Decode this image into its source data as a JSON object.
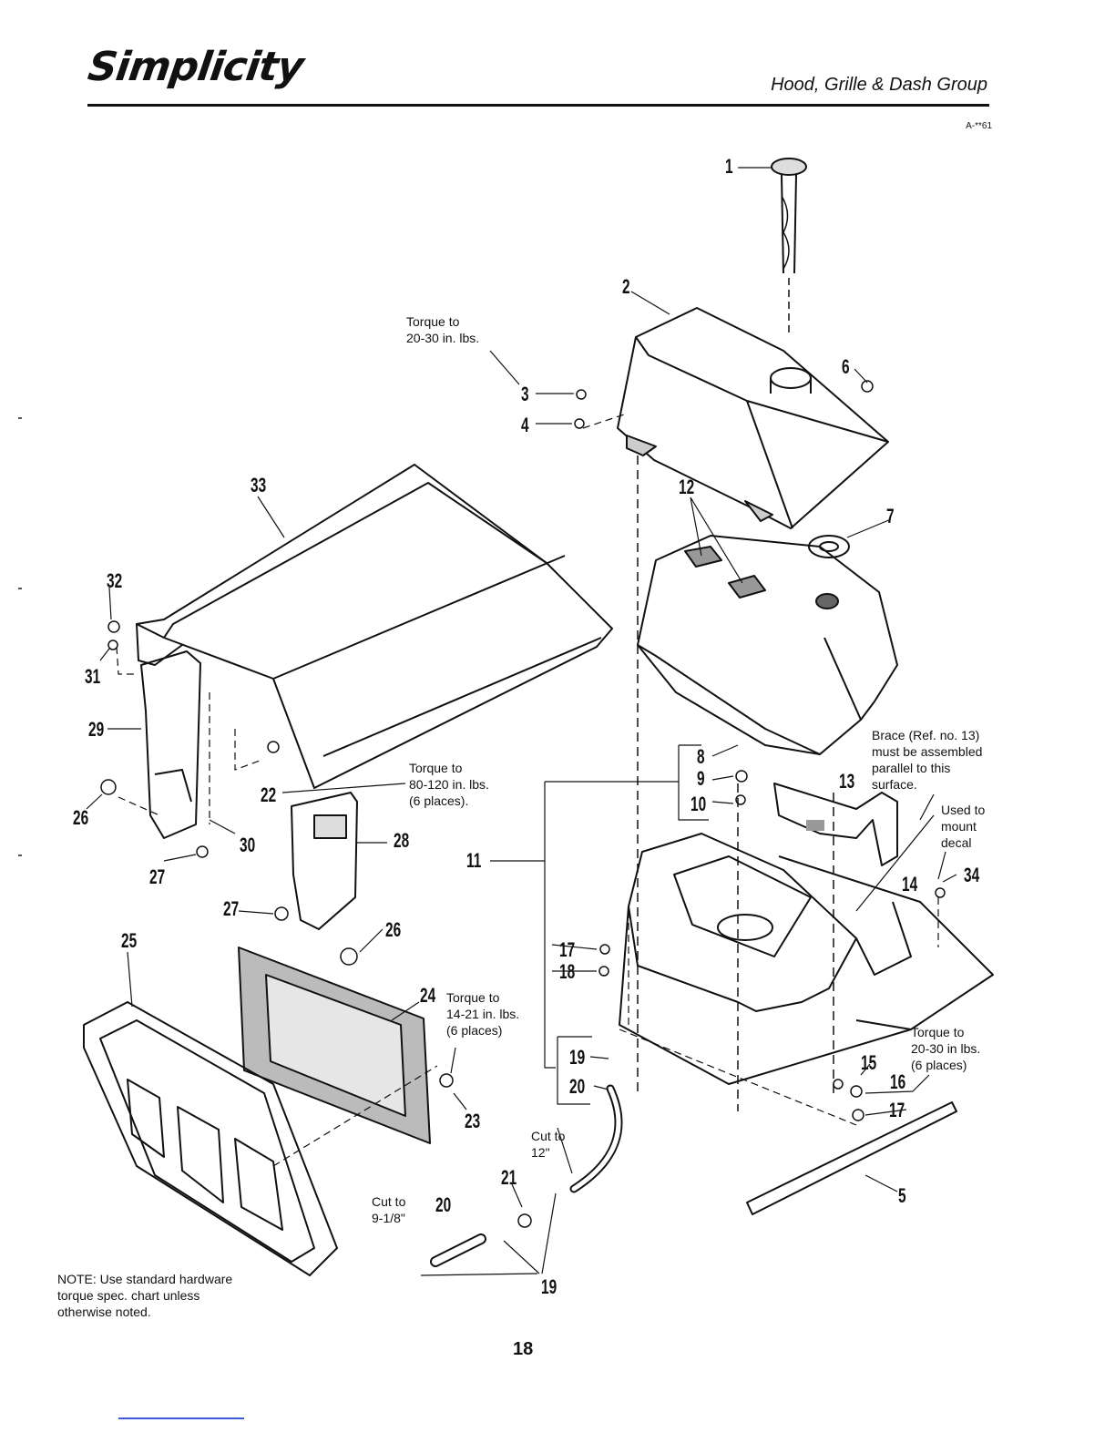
{
  "header": {
    "logo_text": "Simplicity",
    "section_title": "Hood, Grille & Dash Group",
    "doc_no": "A-**61"
  },
  "callouts": [
    "1",
    "2",
    "3",
    "4",
    "5",
    "6",
    "7",
    "8",
    "9",
    "10",
    "11",
    "12",
    "13",
    "14",
    "15",
    "16",
    "17",
    "17",
    "18",
    "19",
    "19",
    "20",
    "20",
    "21",
    "22",
    "23",
    "24",
    "25",
    "26",
    "26",
    "27",
    "27",
    "28",
    "29",
    "30",
    "31",
    "32",
    "33",
    "34"
  ],
  "notes": {
    "torque_3": "Torque to\n20-30 in. lbs.",
    "torque_22": "Torque to\n80-120 in. lbs.\n(6 places).",
    "torque_24": "Torque to\n14-21 in. lbs.\n(6 places)",
    "torque_16": "Torque to\n20-30 in lbs.\n(6 places)",
    "brace": "Brace (Ref. no. 13)\nmust be assembled\nparallel to this\nsurface.",
    "decal": "Used to\nmount\ndecal",
    "cut_12": "Cut to\n12\"",
    "cut_9": "Cut to\n9-1/8\"",
    "hardware": "NOTE: Use standard hardware\ntorque spec. chart unless\notherwise noted."
  },
  "page_number": "18"
}
